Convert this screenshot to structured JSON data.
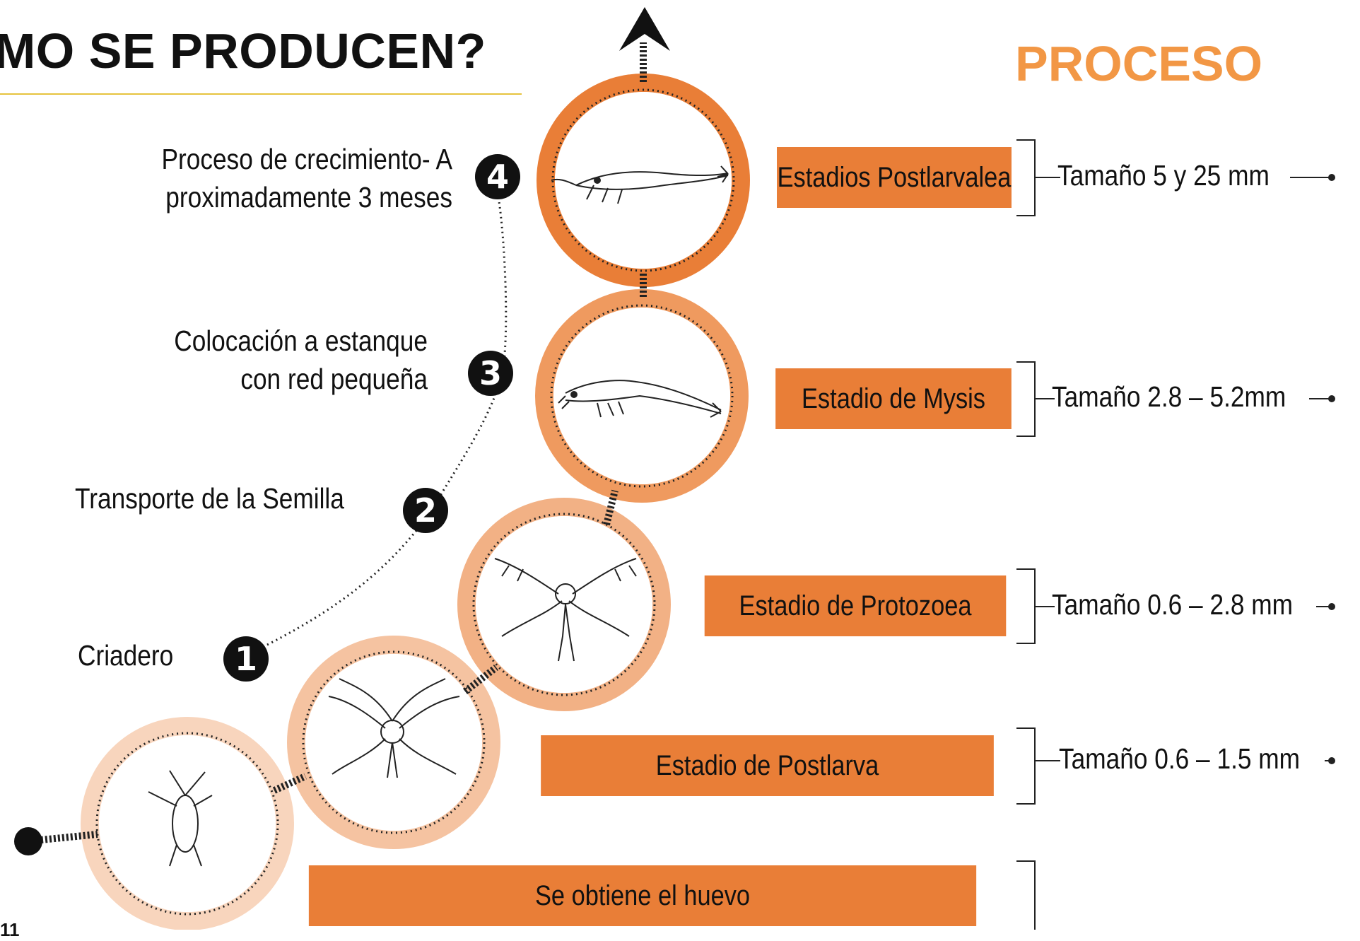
{
  "title": "MO SE PRODUCEN?",
  "section_label": "PROCESO",
  "stages": [
    {
      "name": "Estadios Postlarvalea",
      "size": "Tamaño 5 y 25 mm"
    },
    {
      "name": "Estadio de Mysis",
      "size": "Tamaño 2.8 – 5.2mm"
    },
    {
      "name": "Estadio de Protozoea",
      "size": "Tamaño 0.6 – 2.8 mm"
    },
    {
      "name": "Estadio de Postlarva",
      "size": "Tamaño 0.6 – 1.5 mm"
    },
    {
      "name": "Se obtiene el huevo"
    }
  ],
  "steps": [
    {
      "number": "1",
      "label": "Criadero"
    },
    {
      "number": "2",
      "label": "Transporte de la Semilla"
    },
    {
      "number": "3",
      "label_line1": "Colocación a estanque",
      "label_line2": "con red pequeña"
    },
    {
      "number": "4",
      "label_line1": "Proceso de crecimiento- A",
      "label_line2": "proximadamente 3 meses"
    }
  ],
  "page_number": "11",
  "colors": {
    "bar": "#e97e37",
    "title_accent": "#f29745",
    "rule": "#e6c33e",
    "ring_top": "#e97e37",
    "ring_mid": "#ef9a5f",
    "ring_light": "#f5c3a1",
    "ring_lightest": "#f8d5bd"
  }
}
